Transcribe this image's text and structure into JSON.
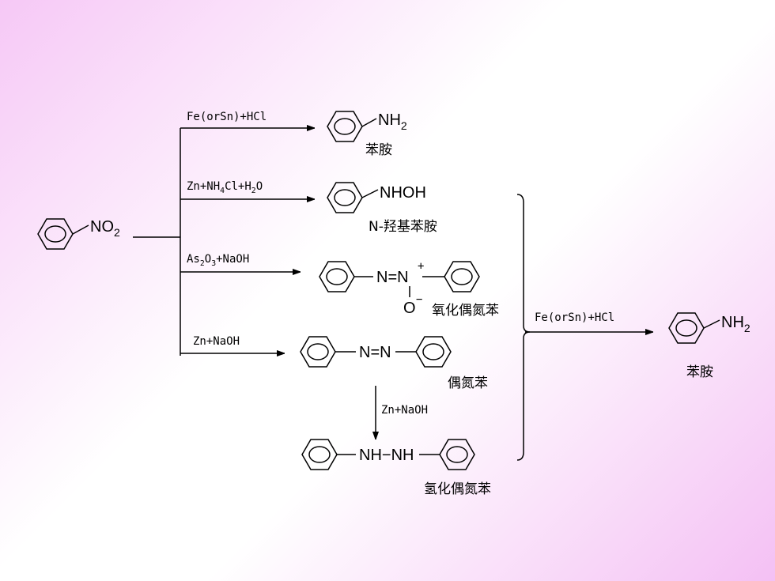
{
  "start": {
    "group": "NO",
    "group_sub": "2"
  },
  "reagents": {
    "fe_hcl": "Fe(orSn)+HCl",
    "zn_nh4cl": {
      "a": "Zn+NH",
      "a_sub": "4",
      "b": "Cl+H",
      "b_sub": "2",
      "c": "O"
    },
    "as2o3": {
      "a": "As",
      "a_sub1": "2",
      "b": "O",
      "b_sub": "3",
      "c": "+NaOH"
    },
    "zn_naoh_1": "Zn+NaOH",
    "zn_naoh_2": "Zn+NaOH",
    "fe_hcl_final": "Fe(orSn)+HCl"
  },
  "products": {
    "aniline": {
      "group": "NH",
      "group_sub": "2",
      "name": "苯胺"
    },
    "phenylhydroxylamine": {
      "group": "NHOH",
      "name": "N-羟基苯胺"
    },
    "azoxybenzene": {
      "link": "N=N",
      "charge_plus": "+",
      "oxygen": "O",
      "charge_minus": "−",
      "name": "氧化偶氮苯"
    },
    "azobenzene": {
      "link": "N=N",
      "name": "偶氮苯"
    },
    "hydrazobenzene": {
      "link": "NH−NH",
      "name": "氢化偶氮苯"
    },
    "final_aniline": {
      "group": "NH",
      "group_sub": "2",
      "name": "苯胺"
    }
  }
}
